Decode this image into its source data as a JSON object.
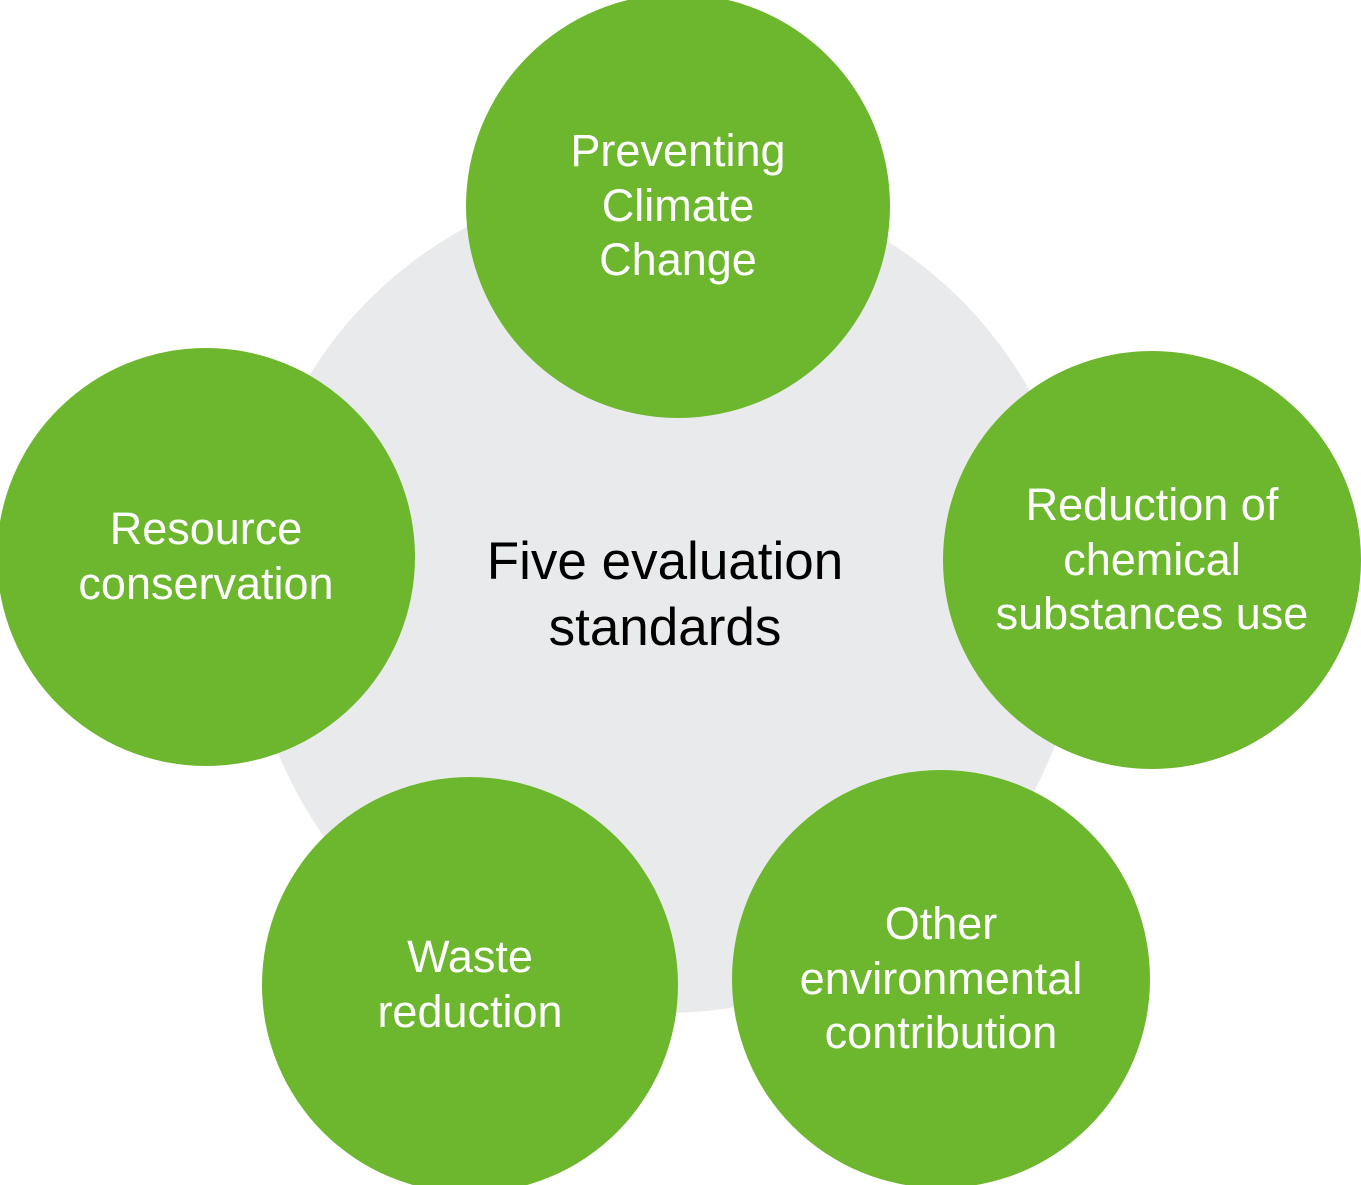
{
  "diagram": {
    "center_title": "Five evaluation\nstandards",
    "circles": [
      {
        "id": "preventing-climate-change",
        "label": "Preventing\nClimate\nChange"
      },
      {
        "id": "resource-conservation",
        "label": "Resource\nconservation"
      },
      {
        "id": "reduction-of-chemical-substances-use",
        "label": "Reduction of\nchemical\nsubstances use"
      },
      {
        "id": "waste-reduction",
        "label": "Waste\nreduction"
      },
      {
        "id": "other-environmental-contribution",
        "label": "Other\nenvironmental\ncontribution"
      }
    ],
    "colors": {
      "circle_green": "#6cb72d",
      "center_gray": "#e9eaeb",
      "circle_text": "#ffffff",
      "center_text": "#000000",
      "background": "#ffffff"
    }
  }
}
